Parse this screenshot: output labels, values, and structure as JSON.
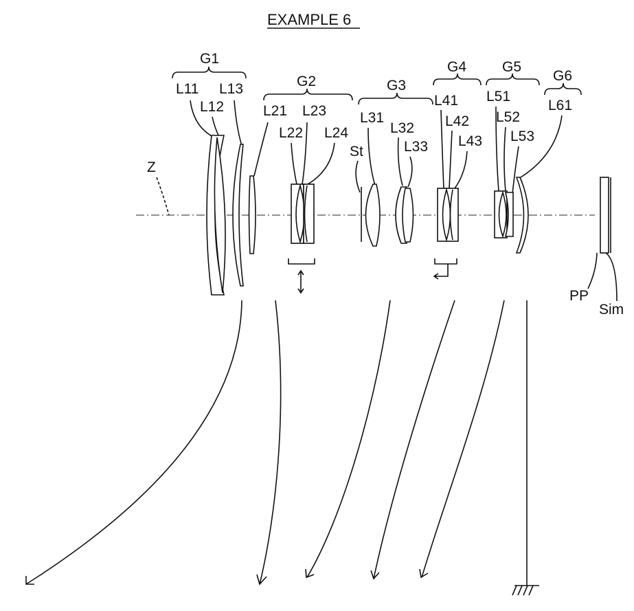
{
  "title": "EXAMPLE 6",
  "axis_label": "Z",
  "groups": {
    "g1": "G1",
    "g2": "G2",
    "g3": "G3",
    "g4": "G4",
    "g5": "G5",
    "g6": "G6"
  },
  "lenses": {
    "l11": "L11",
    "l12": "L12",
    "l13": "L13",
    "l21": "L21",
    "l22": "L22",
    "l23": "L23",
    "l24": "L24",
    "l31": "L31",
    "l32": "L32",
    "l33": "L33",
    "l41": "L41",
    "l42": "L42",
    "l43": "L43",
    "l51": "L51",
    "l52": "L52",
    "l53": "L53",
    "l61": "L61"
  },
  "stop_label": "St",
  "plate_label": "PP",
  "image_plane_label": "Sim"
}
